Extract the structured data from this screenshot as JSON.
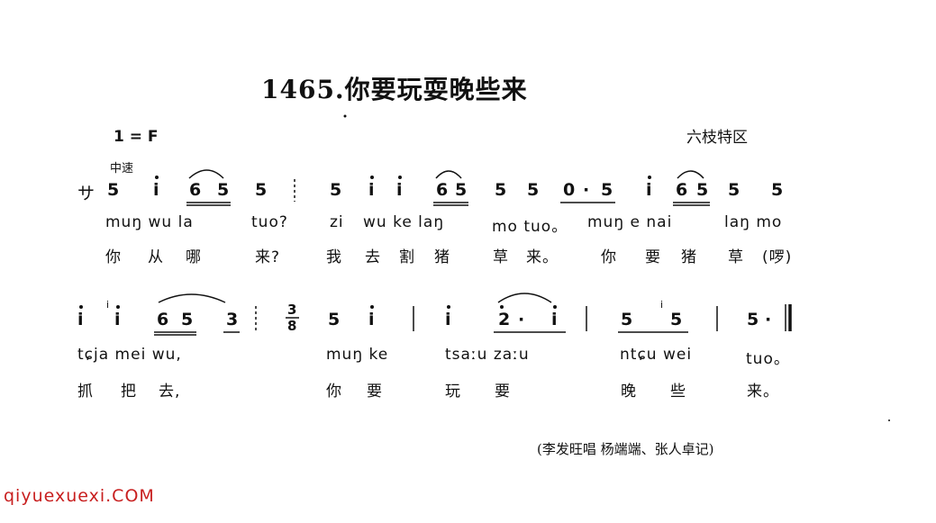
{
  "header": {
    "title": "1465.你要玩耍晚些来",
    "key": "1 = F",
    "region": "六枝特区",
    "tempo": "中速"
  },
  "score": {
    "line1": {
      "free_meter": "サ",
      "lyrics_romanized": [
        "muŋ wu la",
        "tuo?",
        "zi",
        "wu ke laŋ",
        "mo tuo。",
        "muŋ e nai",
        "laŋ mo"
      ],
      "lyrics_chinese": [
        "你",
        "从",
        "哪",
        "来?",
        "我",
        "去",
        "割",
        "猪",
        "草",
        "来。",
        "你",
        "要",
        "猪",
        "草",
        "(啰)"
      ]
    },
    "line2": {
      "meter_top": "3",
      "meter_bottom": "8",
      "lyrics_romanized": [
        "tɕja mei wu,",
        "muŋ ke",
        "tsaːu zaːu",
        "ntɕu wei",
        "tuo。"
      ],
      "lyrics_chinese": [
        "抓",
        "把",
        "去,",
        "你",
        "要",
        "玩",
        "要",
        "晚",
        "些",
        "来。"
      ]
    }
  },
  "footer": {
    "credit": "(李发旺唱   杨端端、张人卓记)",
    "watermark": "qiyuexuexi.COM"
  }
}
